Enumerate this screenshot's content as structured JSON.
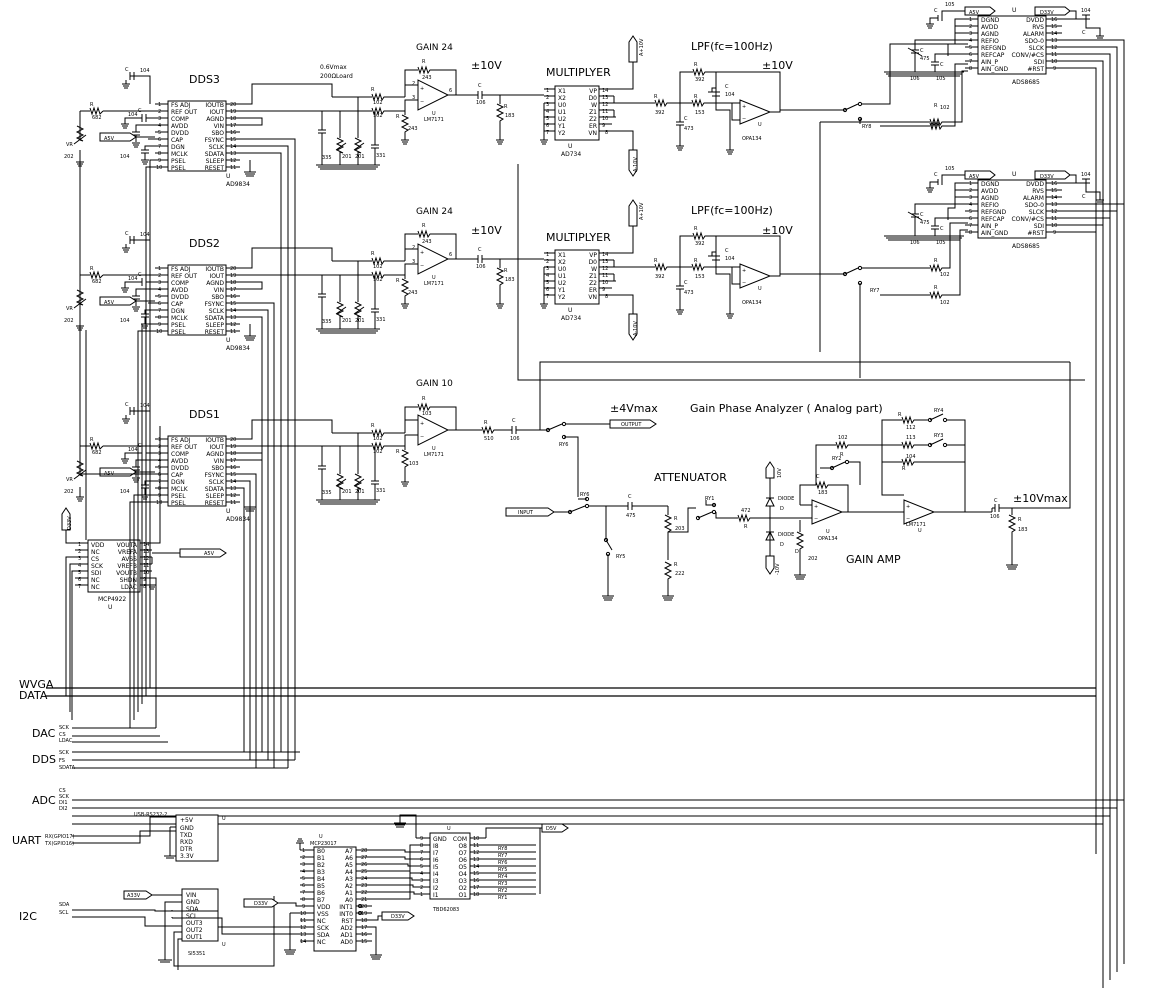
{
  "titles": {
    "dds3": "DDS3",
    "dds2": "DDS2",
    "dds1": "DDS1",
    "gain24a": "GAIN 24",
    "gain24b": "GAIN 24",
    "gain10": "GAIN 10",
    "pm10a": "±10V",
    "pm10b": "±10V",
    "pm10c": "±10V",
    "pm10d": "±10V",
    "mult_a": "MULTIPLYER",
    "mult_b": "MULTIPLYER",
    "lpf_a": "LPF(fc=100Hz)",
    "lpf_b": "LPF(fc=100Hz)",
    "load": "0.6Vmax",
    "load2": "200ΩLoard",
    "pm4": "±4Vmax",
    "gpa": "Gain Phase Analyzer ( Analog part)",
    "attenuator": "ATTENUATOR",
    "gainamp": "GAIN AMP",
    "pm10max": "±10Vmax"
  },
  "buses": {
    "wvga": "WVGA",
    "data": "DATA",
    "dac": "DAC",
    "dds": "DDS",
    "adc": "ADC",
    "uart": "UART",
    "i2c": "I2C"
  },
  "bus_pins": {
    "dac": [
      "SCK",
      "CS",
      "LDAC"
    ],
    "dds": [
      "SCK",
      "FS",
      "SDATA"
    ],
    "adc": [
      "CS",
      "SCK",
      "DI1",
      "DI2"
    ],
    "uart": [
      "RX(GPIO17)",
      "TX(GPIO16)"
    ],
    "i2c": [
      "SDA",
      "SCL"
    ]
  },
  "ad9834": {
    "left_pins": [
      "FS ADJ",
      "REF OUT",
      "COMP",
      "AVDD",
      "DVDD",
      "CAP",
      "DGN",
      "MCLK",
      "PSEL",
      "PSEL"
    ],
    "left_nums": [
      "1",
      "2",
      "3",
      "4",
      "5",
      "6",
      "7",
      "8",
      "9",
      "10"
    ],
    "right_pins": [
      "IOUTB",
      "IOUT",
      "AGND",
      "VIN",
      "SBO",
      "FSYNC",
      "SCLK",
      "SDATA",
      "SLEEP",
      "RESET"
    ],
    "right_nums": [
      "20",
      "19",
      "18",
      "17",
      "16",
      "15",
      "14",
      "13",
      "12",
      "11"
    ],
    "part": "AD9834",
    "ref": "U"
  },
  "ad734": {
    "left_pins": [
      "X1",
      "X2",
      "U0",
      "U1",
      "U2",
      "Y1",
      "Y2"
    ],
    "left_nums": [
      "1",
      "2",
      "3",
      "4",
      "5",
      "6",
      "7"
    ],
    "right_pins": [
      "VP",
      "D0",
      "W",
      "Z1",
      "Z2",
      "ER",
      "VN"
    ],
    "right_nums": [
      "14",
      "13",
      "12",
      "11",
      "10",
      "9",
      "8"
    ],
    "part": "AD734",
    "ref": "U"
  },
  "ads8685": {
    "left_pins": [
      "DGND",
      "AVDD",
      "AGND",
      "REFIO",
      "REFGND",
      "REFCAP",
      "AIN_P",
      "AIN_GND"
    ],
    "left_nums": [
      "1",
      "2",
      "3",
      "4",
      "5",
      "6",
      "7",
      "8"
    ],
    "right_pins": [
      "DVDD",
      "RVS",
      "ALARM",
      "SDO-0",
      "SLCK",
      "CONV/#CS",
      "SDI",
      "#RST"
    ],
    "right_nums": [
      "16",
      "15",
      "14",
      "13",
      "12",
      "11",
      "10",
      "9"
    ],
    "part": "ADS8685",
    "ref": "U"
  },
  "mcp4922": {
    "left_pins": [
      "VDD",
      "NC",
      "CS",
      "SCK",
      "SDI",
      "NC",
      "NC"
    ],
    "left_nums": [
      "1",
      "2",
      "3",
      "4",
      "5",
      "6",
      "7"
    ],
    "right_pins": [
      "VOUTA",
      "VREFA",
      "AVSS",
      "VREFB",
      "VOUTB",
      "SHDN",
      "LDAC"
    ],
    "right_nums": [
      "14",
      "13",
      "12",
      "11",
      "10",
      "9",
      "8"
    ],
    "part": "MCP4922",
    "ref": "U"
  },
  "usb_rs232": {
    "title": "USB-RS232-2",
    "pins": [
      "+5V",
      "GND",
      "TXD",
      "RXD",
      "DTR",
      "3.3V"
    ],
    "ref": "U"
  },
  "si5351": {
    "pins": [
      "VIN",
      "GND",
      "SDA",
      "SCL",
      "OUT3",
      "OUT2",
      "OUT1"
    ],
    "part": "SI5351",
    "ref": "U"
  },
  "mcp23017": {
    "title": "MCP23017",
    "ref": "U",
    "left_pins": [
      "B0",
      "B1",
      "B2",
      "B3",
      "B4",
      "B5",
      "B6",
      "B7",
      "VDD",
      "VSS",
      "NC",
      "SCK",
      "SDA",
      "NC"
    ],
    "left_nums": [
      "1",
      "2",
      "3",
      "4",
      "5",
      "6",
      "7",
      "8",
      "9",
      "10",
      "11",
      "12",
      "13",
      "14"
    ],
    "right_pins": [
      "A7",
      "A6",
      "A5",
      "A4",
      "A3",
      "A2",
      "A1",
      "A0",
      "INT1",
      "INT0",
      "RST",
      "AD2",
      "AD1",
      "AD0"
    ],
    "right_nums": [
      "28",
      "27",
      "26",
      "25",
      "24",
      "23",
      "22",
      "21",
      "20",
      "19",
      "18",
      "17",
      "16",
      "15"
    ]
  },
  "tbd62083": {
    "part": "TBD62083",
    "ref": "U",
    "left_pins": [
      "GND",
      "I8",
      "I7",
      "I6",
      "I5",
      "I4",
      "I3",
      "I2",
      "I1"
    ],
    "left_nums": [
      "9",
      "8",
      "7",
      "6",
      "5",
      "4",
      "3",
      "2",
      "1"
    ],
    "right_pins": [
      "COM",
      "O8",
      "O7",
      "O6",
      "O5",
      "O4",
      "O3",
      "O2",
      "O1"
    ],
    "right_nums": [
      "10",
      "11",
      "12",
      "13",
      "14",
      "15",
      "16",
      "17",
      "18"
    ],
    "relays": [
      "RY8",
      "RY7",
      "RY6",
      "RY5",
      "RY4",
      "RY3",
      "RY2",
      "RY1"
    ]
  },
  "flags": {
    "a5v": "A5V",
    "d33v": "D33V",
    "a33v": "A33V",
    "d5v": "D5V",
    "a10v": "A+10V",
    "am10v": "A-10V",
    "v10": "10V",
    "vm10": "-10V",
    "input": "INPUT",
    "output": "OUTPUT"
  },
  "comp": {
    "r": "R",
    "c": "C",
    "u": "U",
    "d": "D",
    "vr": "VR",
    "r682": "682",
    "r202": "202",
    "c104": "104",
    "c335": "335",
    "r201": "201",
    "c331": "331",
    "r102": "102",
    "r243": "243",
    "c106": "106",
    "r183": "183",
    "r392": "392",
    "r153": "153",
    "c473": "473",
    "r103": "103",
    "r510": "510",
    "c475": "475",
    "r203": "203",
    "r222": "222",
    "r472": "472",
    "r112": "112",
    "r113": "113",
    "r104": "104",
    "c105": "105",
    "lm7171": "LM7171",
    "opa134": "OPA134",
    "diode": "DIODE",
    "ry1": "RY1",
    "ry2": "RY2",
    "ry3": "RY3",
    "ry4": "RY4",
    "ry5": "RY5",
    "ry6": "RY6",
    "ry7": "RY7",
    "ry8": "RY8"
  }
}
